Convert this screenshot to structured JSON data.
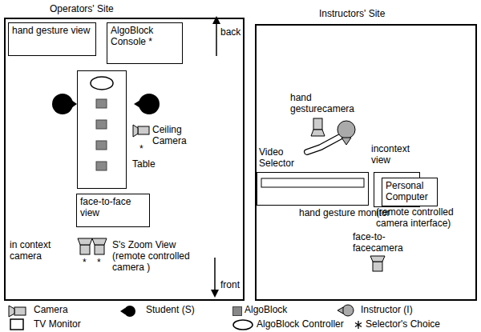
{
  "diagram": {
    "nodes": [
      {
        "text": [
          "Operators' Site"
        ]
      },
      {
        "text": [
          "hand gesture view"
        ],
        "in": 0
      },
      {
        "text": [
          "AlgoBlock Console *"
        ],
        "in": 0
      },
      {
        "text": [
          "Table"
        ],
        "in": 0
      },
      {
        "text": [
          "face-to-face view"
        ],
        "in": 0
      },
      {
        "text": [
          "Instructors' Site"
        ]
      },
      {
        "text": [
          "Video Selector",
          "hand gesture monitor"
        ],
        "in": 5
      },
      {
        "text": [
          "incontext view"
        ],
        "in": 5
      },
      {
        "text": [
          "Personal Computer",
          "(remote controlled camera interface)"
        ],
        "in": 5
      }
    ],
    "edges": [],
    "labels": [
      "back",
      "Ceiling Camera",
      "*",
      "in context camera",
      "S's Zoom View (remote controlled camera )",
      "*",
      "*",
      "front",
      "hand gesturecamera",
      "face-to-facecamera"
    ],
    "legend": [
      {
        "text": "Camera"
      },
      {
        "text": "Student (S)"
      },
      {
        "text": "AlgoBlock",
        "color": "#888888"
      },
      {
        "text": "Instructor (I)"
      },
      {
        "text": "TV Monitor"
      },
      {
        "text": "AlgoBlock Controller"
      },
      {
        "text": "Selector's Choice"
      }
    ]
  }
}
